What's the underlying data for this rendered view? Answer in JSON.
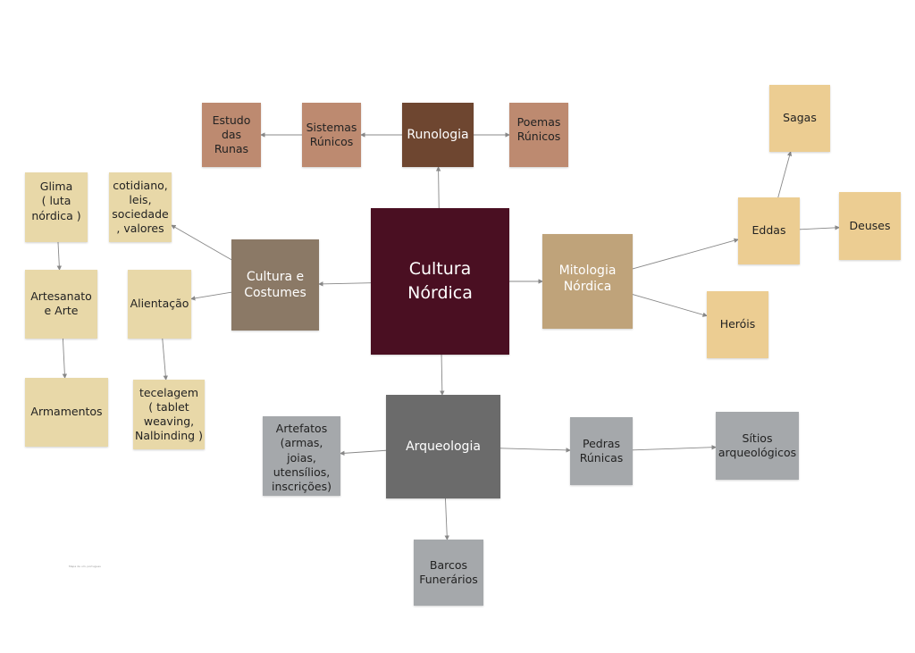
{
  "colors": {
    "center": "#4a0f22",
    "rune": "#6e4630",
    "rune_light": "#bd8a70",
    "culture": "#8b7966",
    "culture_light": "#e8d8a8",
    "myth": "#bfa37a",
    "myth_light": "#eccd92",
    "archaeology": "#6b6b6b",
    "archaeology_light": "#a5a8ab",
    "edge": "#888888"
  },
  "nodes": {
    "cultura_nordica": "Cultura\nNórdica",
    "runologia": "Runologia",
    "sistemas_runicos": "Sistemas\nRúnicos",
    "estudo_das_runas": "Estudo\ndas\nRunas",
    "poemas_runicos": "Poemas\nRúnicos",
    "cultura_costumes": "Cultura e\nCostumes",
    "cotidiano": "cotidiano,\nleis,\nsociedade\n, valores",
    "glima": "Glima\n( luta\nnórdica )",
    "artesanato": "Artesanato\ne Arte",
    "armamentos": "Armamentos",
    "alientacao": "Alientação",
    "tecelagem": "tecelagem\n( tablet\nweaving,\nNalbinding )",
    "mitologia": "Mitologia\nNórdica",
    "eddas": "Eddas",
    "sagas": "Sagas",
    "deuses": "Deuses",
    "herois": "Heróis",
    "arqueologia": "Arqueologia",
    "artefatos": "Artefatos\n(armas,\njoias,\nutensílios,\ninscrições)",
    "pedras_runicas": "Pedras\nRúnicas",
    "sitios": "Sítios\narqueológicos",
    "barcos": "Barcos\nFunerários"
  },
  "edges": [
    [
      "cultura_nordica",
      "runologia"
    ],
    [
      "runologia",
      "sistemas_runicos"
    ],
    [
      "sistemas_runicos",
      "estudo_das_runas"
    ],
    [
      "runologia",
      "poemas_runicos"
    ],
    [
      "cultura_nordica",
      "cultura_costumes"
    ],
    [
      "cultura_costumes",
      "cotidiano"
    ],
    [
      "cultura_costumes",
      "alientacao"
    ],
    [
      "glima",
      "artesanato"
    ],
    [
      "artesanato",
      "armamentos"
    ],
    [
      "alientacao",
      "tecelagem"
    ],
    [
      "cultura_nordica",
      "mitologia"
    ],
    [
      "mitologia",
      "eddas"
    ],
    [
      "mitologia",
      "herois"
    ],
    [
      "eddas",
      "sagas"
    ],
    [
      "eddas",
      "deuses"
    ],
    [
      "cultura_nordica",
      "arqueologia"
    ],
    [
      "arqueologia",
      "artefatos"
    ],
    [
      "arqueologia",
      "pedras_runicas"
    ],
    [
      "pedras_runicas",
      "sitios"
    ],
    [
      "arqueologia",
      "barcos"
    ]
  ],
  "footnote": "Mapa de um, portugues"
}
